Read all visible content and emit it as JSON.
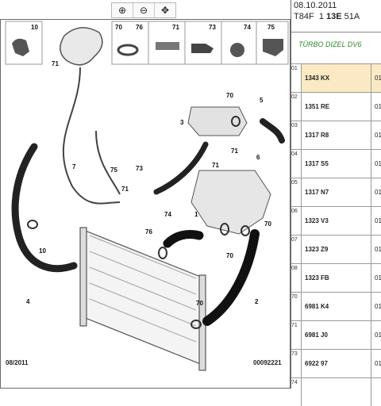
{
  "toolbar": {
    "zoom_in": "⊕",
    "zoom_out": "⊖",
    "fit": "✥"
  },
  "diagram": {
    "callouts_top": [
      "10",
      "70",
      "76",
      "71",
      "73",
      "74",
      "75"
    ],
    "callouts": [
      "71",
      "7",
      "75",
      "73",
      "74",
      "71",
      "70",
      "5",
      "3",
      "71",
      "6",
      "71",
      "1",
      "76",
      "70",
      "70",
      "70",
      "2",
      "10",
      "4"
    ],
    "footer_date": "08/2011",
    "footer_code": "00092221"
  },
  "header": {
    "date": "08.10.2011",
    "code_prefix": "T84F",
    "code_mid": "1",
    "code_bold": "13E",
    "code_suffix": "51A",
    "subtitle": "TÜRBO DIZEL DV6"
  },
  "parts": [
    {
      "num": "01",
      "ref": "1343 KX",
      "qty": "01",
      "selected": true
    },
    {
      "num": "02",
      "ref": "1351 RE",
      "qty": "01",
      "selected": false
    },
    {
      "num": "03",
      "ref": "1317 R8",
      "qty": "01",
      "selected": false
    },
    {
      "num": "04",
      "ref": "1317 S5",
      "qty": "01",
      "selected": false
    },
    {
      "num": "05",
      "ref": "1317 N7",
      "qty": "01",
      "selected": false
    },
    {
      "num": "06",
      "ref": "1323 V3",
      "qty": "01",
      "selected": false
    },
    {
      "num": "07",
      "ref": "1323 Z9",
      "qty": "01",
      "selected": false
    },
    {
      "num": "08",
      "ref": "1323 FB",
      "qty": "01",
      "selected": false
    },
    {
      "num": "70",
      "ref": "6981 K4",
      "qty": "01",
      "selected": false
    },
    {
      "num": "71",
      "ref": "6981 J0",
      "qty": "01",
      "selected": false
    },
    {
      "num": "73",
      "ref": "6922 97",
      "qty": "01",
      "selected": false
    },
    {
      "num": "74",
      "ref": "",
      "qty": "",
      "selected": false
    }
  ]
}
